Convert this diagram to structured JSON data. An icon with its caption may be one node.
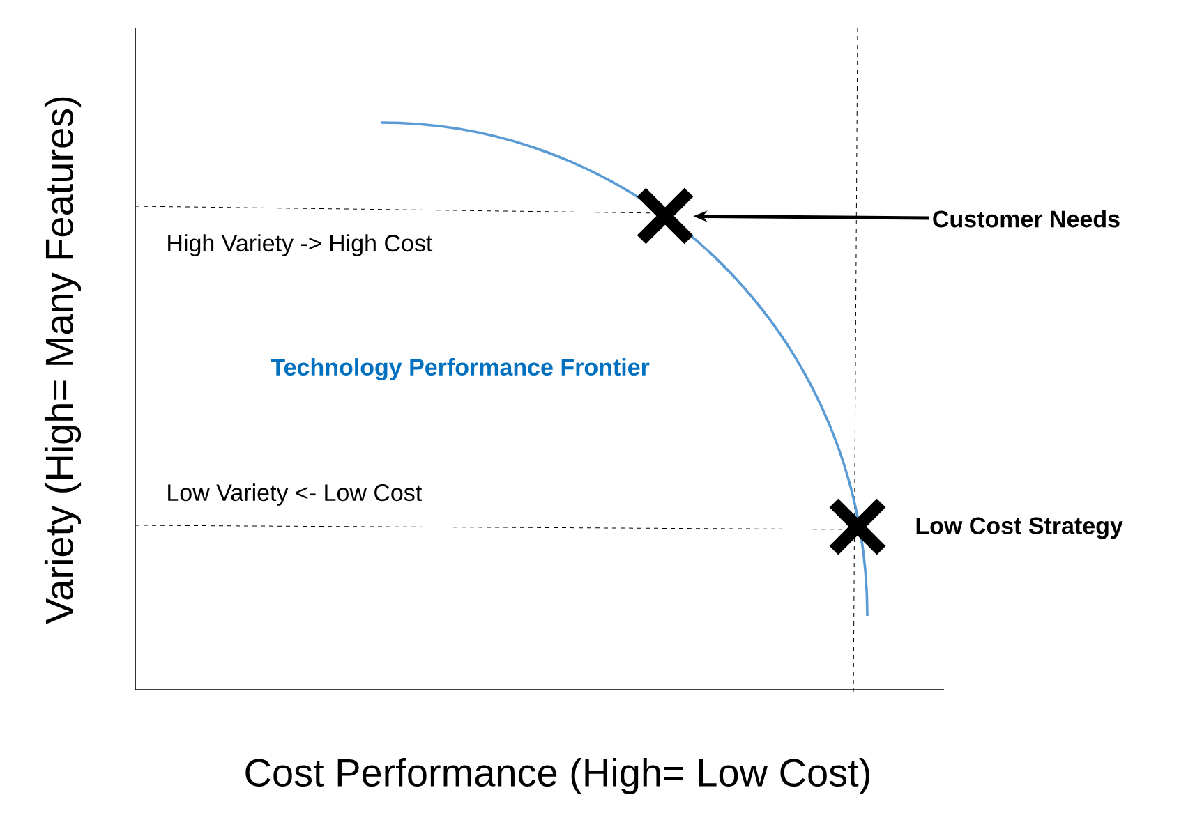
{
  "diagram": {
    "nodes": [
      {
        "text": [
          "Customer Needs"
        ]
      },
      {
        "text": [],
        "shape": "cross"
      },
      {
        "text": [],
        "shape": "cross",
        "beside": [
          "Low Cost Strategy"
        ]
      }
    ],
    "edges": [
      {
        "from": 0,
        "to": 1,
        "arrow": "to"
      }
    ],
    "labels": [
      "Variety (High= Many Features)",
      "High Variety -> High Cost",
      "Technology Performance Frontier",
      "Low Variety <- Low Cost",
      "Cost Performance (High= Low Cost)"
    ]
  }
}
